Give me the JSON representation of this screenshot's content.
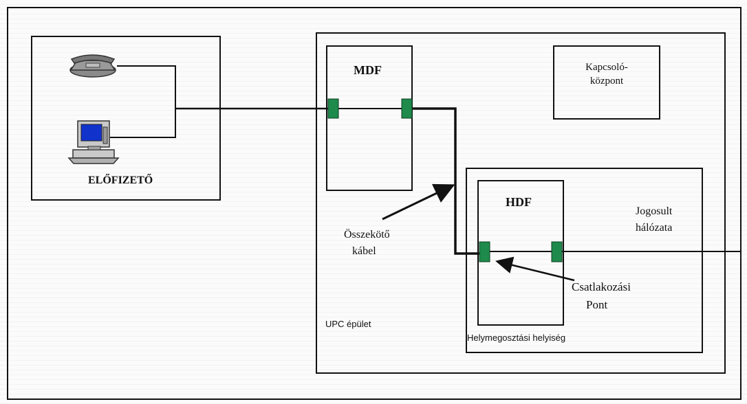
{
  "labels": {
    "subscriber": "ELŐFIZETŐ",
    "mdf": "MDF",
    "switch_line1": "Kapcsoló-",
    "switch_line2": "központ",
    "hdf": "HDF",
    "network_line1": "Jogosult",
    "network_line2": "hálózata",
    "cable_line1": "Összekötő",
    "cable_line2": "kábel",
    "point_line1": "Csatlakozási",
    "point_line2": "Pont",
    "building": "UPC épület",
    "room": "Helymegosztási helyiség"
  },
  "icons": [
    "telephone-icon",
    "computer-icon"
  ],
  "colors": {
    "connector": "#1e8a4c",
    "line": "#111111"
  }
}
